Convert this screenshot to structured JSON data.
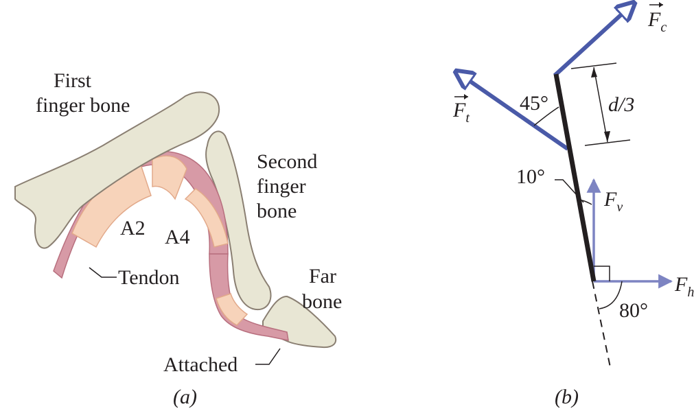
{
  "panel_a": {
    "caption": "(a)",
    "labels": {
      "first_finger_bone_line1": "First",
      "first_finger_bone_line2": "finger bone",
      "second_finger_bone_line1": "Second",
      "second_finger_bone_line2": "finger",
      "second_finger_bone_line3": "bone",
      "far_bone_line1": "Far",
      "far_bone_line2": "bone",
      "pulley_a2": "A2",
      "pulley_a4": "A4",
      "tendon": "Tendon",
      "attached": "Attached"
    }
  },
  "panel_b": {
    "caption": "(b)",
    "labels": {
      "force_c_base": "F",
      "force_c_sub": "c",
      "force_t_base": "F",
      "force_t_sub": "t",
      "force_v_base": "F",
      "force_v_sub": "v",
      "force_h_base": "F",
      "force_h_sub": "h",
      "angle_45": "45°",
      "angle_10": "10°",
      "angle_80": "80°",
      "distance": "d/3"
    }
  },
  "colors": {
    "force_arrow": "#4a5aa8",
    "light_force_arrow": "#7d84c2",
    "bone_fill": "#e8e6d4",
    "bone_outline": "#8a7f72",
    "tendon_fill": "#d79aa6",
    "sheath_fill": "#f7d3ba",
    "text": "#231f20"
  }
}
